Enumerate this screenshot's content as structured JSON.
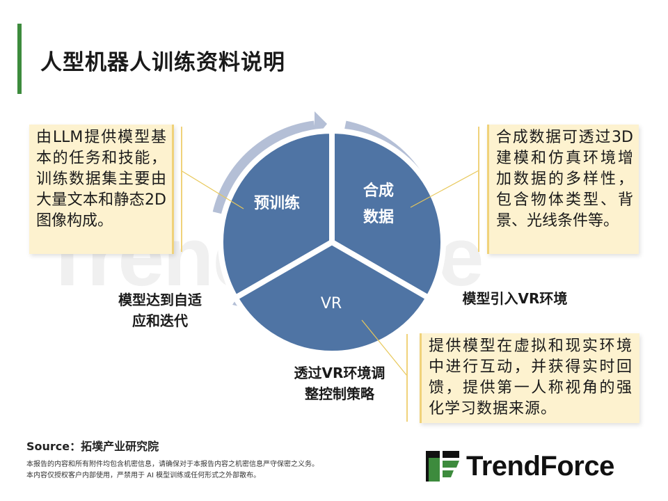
{
  "title": "人型机器人训练资料说明",
  "watermark": "TrendForce",
  "diagram": {
    "segments": [
      {
        "label_line1": "预训练",
        "label_line2": ""
      },
      {
        "label_line1": "合成",
        "label_line2": "数据"
      },
      {
        "label_line1": "VR",
        "label_line2": ""
      }
    ],
    "transitions": [
      {
        "label_line1": "模型引入VR环境",
        "label_line2": ""
      },
      {
        "label_line1": "透过VR环境调",
        "label_line2": "整控制策略"
      },
      {
        "label_line1": "模型达到自适",
        "label_line2": "应和迭代"
      }
    ],
    "notes": [
      "由LLM提供模型基本的任务和技能，训练数据集主要由大量文本和静态2D图像构成。",
      "合成数据可透过3D建模和仿真环境增加数据的多样性，包含物体类型、背景、光线条件等。",
      "提供模型在虚拟和现实环境中进行互动，并获得实时回馈，提供第一人称视角的强化学习数据来源。"
    ],
    "colors": {
      "segment": "#4f74a4",
      "ring": "#b4bfd6",
      "note_bg": "#fdf2cf",
      "leader": "#e8c85a"
    }
  },
  "footer": {
    "source": "Source：拓墣产业研究院",
    "disclaimer_line1": "本报告的内容和所有附件均包含机密信息，请确保对于本报告内容之机密信息严守保密之义务。",
    "disclaimer_line2": "本内容仅授权客户内部使用，严禁用于 AI 模型训练或任何形式之外部散布。",
    "logo_text": "TrendForce",
    "logo_icon": "trendforce-logo-icon"
  }
}
